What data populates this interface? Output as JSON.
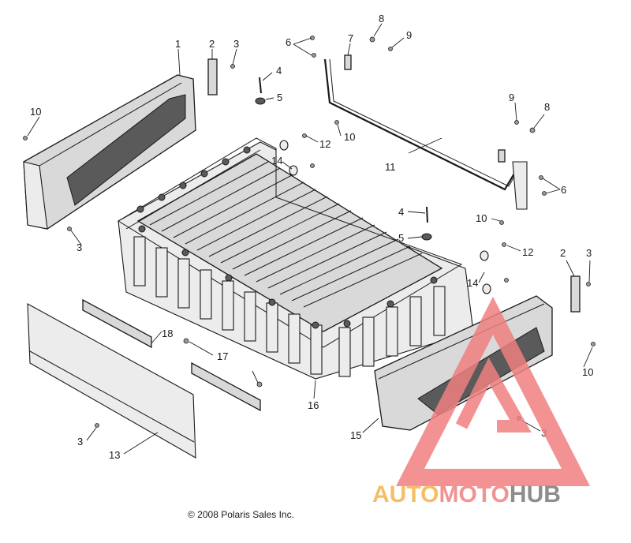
{
  "copyright": "© 2008 Polaris Sales Inc.",
  "watermark": {
    "part1": "AUTO",
    "part2": "MOTO",
    "part3": "HUB",
    "color_orange": "#f5b34a",
    "color_red": "#f08080",
    "color_gray": "#7a7a7a"
  },
  "callouts": {
    "c1": "1",
    "c2a": "2",
    "c2b": "2",
    "c3a": "3",
    "c3b": "3",
    "c3c": "3",
    "c3d": "3",
    "c3e": "3",
    "c4a": "4",
    "c4b": "4",
    "c5a": "5",
    "c5b": "5",
    "c6a": "6",
    "c6b": "6",
    "c7": "7",
    "c8a": "8",
    "c8b": "8",
    "c9a": "9",
    "c9b": "9",
    "c10a": "10",
    "c10b": "10",
    "c10c": "10",
    "c10d": "10",
    "c11": "11",
    "c12a": "12",
    "c12b": "12",
    "c13": "13",
    "c14a": "14",
    "c14b": "14",
    "c15": "15",
    "c16": "16",
    "c17": "17",
    "c18": "18"
  }
}
